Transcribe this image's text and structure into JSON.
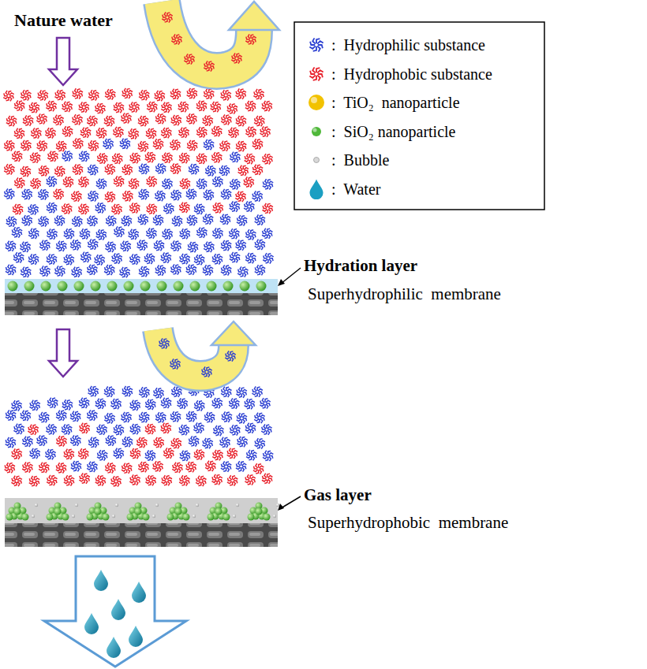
{
  "diagram": {
    "labels": [
      "Nature water",
      "Hydration layer",
      "Superhydrophilic  membrane",
      "Gas layer",
      "Superhydrophobic  membrane"
    ],
    "legend": [
      {
        "text": ":  Hydrophilic substance",
        "color": "#2b3fd1"
      },
      {
        "text": ":  Hydrophobic substance",
        "color": "#e8212b"
      },
      {
        "text": ":  TiO₂  nanoparticle",
        "color": "#f2c200"
      },
      {
        "text": ":  SiO₂ nanoparticle",
        "color": "#4fb83a"
      },
      {
        "text": ":  Bubble",
        "color": "#d9d9d9"
      },
      {
        "text": ":  Water",
        "color": "#1b9fc2"
      }
    ]
  }
}
